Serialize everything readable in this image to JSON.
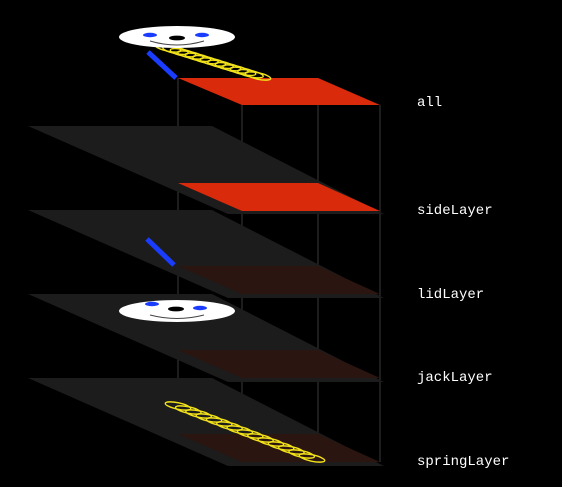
{
  "layers": [
    {
      "id": "all",
      "label": "all"
    },
    {
      "id": "side",
      "label": "sideLayer"
    },
    {
      "id": "lid",
      "label": "lidLayer"
    },
    {
      "id": "jack",
      "label": "jackLayer"
    },
    {
      "id": "spring",
      "label": "springLayer"
    }
  ],
  "colors": {
    "background": "#000000",
    "plane": "#1c1c1c",
    "plane_edge": "#2a2a2a",
    "side_red": "#d92a0c",
    "side_red_dim": "#3a1810",
    "lid_blue": "#1a3cff",
    "spring_yellow": "#f2e21a",
    "jack_white": "#ffffff",
    "guide_line": "#3a3a3a",
    "label_text": "#ffffff"
  },
  "icons": {
    "jack": "jack-in-the-box-face",
    "lid": "lid-bar",
    "spring": "coil-spring",
    "side": "box-side-panel"
  }
}
